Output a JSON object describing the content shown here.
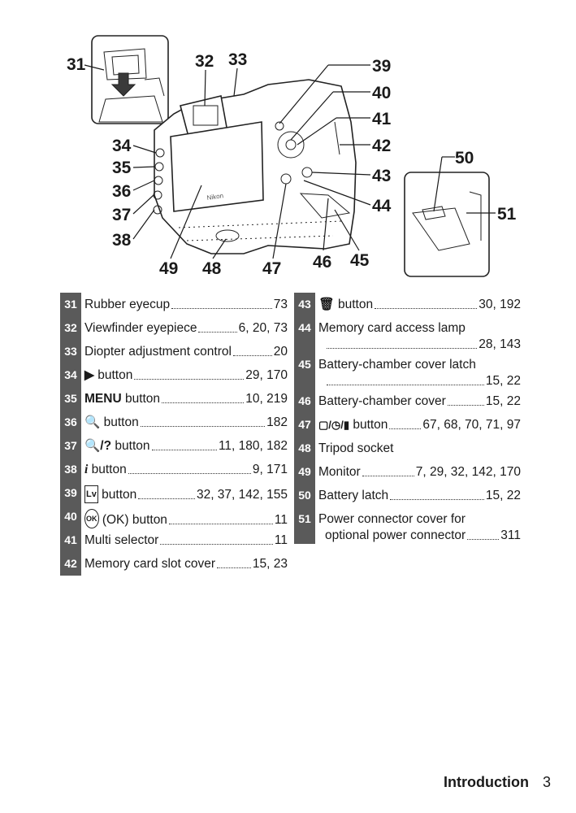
{
  "callouts": [
    "31",
    "32",
    "33",
    "34",
    "35",
    "36",
    "37",
    "38",
    "39",
    "40",
    "41",
    "42",
    "43",
    "44",
    "45",
    "46",
    "47",
    "48",
    "49",
    "50",
    "51"
  ],
  "left_column": [
    {
      "num": "31",
      "icon": "",
      "name": "Rubber eyecup",
      "pages": "73"
    },
    {
      "num": "32",
      "icon": "",
      "name": "Viewfinder eyepiece",
      "pages": "6, 20, 73"
    },
    {
      "num": "33",
      "icon": "",
      "name": "Diopter adjustment control",
      "pages": "20"
    },
    {
      "num": "34",
      "icon": "▶",
      "name": "button",
      "pages": "29, 170"
    },
    {
      "num": "35",
      "icon": "MENU",
      "name": "button",
      "pages": "10, 219"
    },
    {
      "num": "36",
      "icon": "🔍",
      "name": "button",
      "pages": "182"
    },
    {
      "num": "37",
      "icon": "🔍/?",
      "name": "button",
      "pages": "11, 180, 182"
    },
    {
      "num": "38",
      "icon": "i",
      "name": "button",
      "pages": "9, 171"
    },
    {
      "num": "39",
      "icon": "Lv",
      "name": "button",
      "pages": "32, 37, 142, 155"
    },
    {
      "num": "40",
      "icon": "OK",
      "name": "(OK) button",
      "pages": "11"
    },
    {
      "num": "41",
      "icon": "",
      "name": "Multi selector",
      "pages": "11"
    },
    {
      "num": "42",
      "icon": "",
      "name": "Memory card slot cover",
      "pages": "15, 23"
    }
  ],
  "right_column": [
    {
      "num": "43",
      "icon": "🗑",
      "name": "button",
      "pages": "30, 192"
    },
    {
      "num": "44",
      "icon": "",
      "name": "Memory card access lamp",
      "pages": "28, 143",
      "multiline": true
    },
    {
      "num": "45",
      "icon": "",
      "name": "Battery-chamber cover latch",
      "pages": "15, 22",
      "multiline": true
    },
    {
      "num": "46",
      "icon": "",
      "name": "Battery-chamber cover",
      "pages": "15, 22"
    },
    {
      "num": "47",
      "icon": "▢/◷/▮",
      "name": "button",
      "pages": "67, 68, 70, 71, 97"
    },
    {
      "num": "48",
      "icon": "",
      "name": "Tripod socket",
      "pages": ""
    },
    {
      "num": "49",
      "icon": "",
      "name": "Monitor",
      "pages": "7, 29, 32, 142, 170"
    },
    {
      "num": "50",
      "icon": "",
      "name": "Battery latch",
      "pages": "15, 22"
    },
    {
      "num": "51",
      "icon": "",
      "name": "Power connector cover for",
      "name2": "optional power connector",
      "pages": "311",
      "multiline": true
    }
  ],
  "footer": {
    "section": "Introduction",
    "page": "3"
  }
}
